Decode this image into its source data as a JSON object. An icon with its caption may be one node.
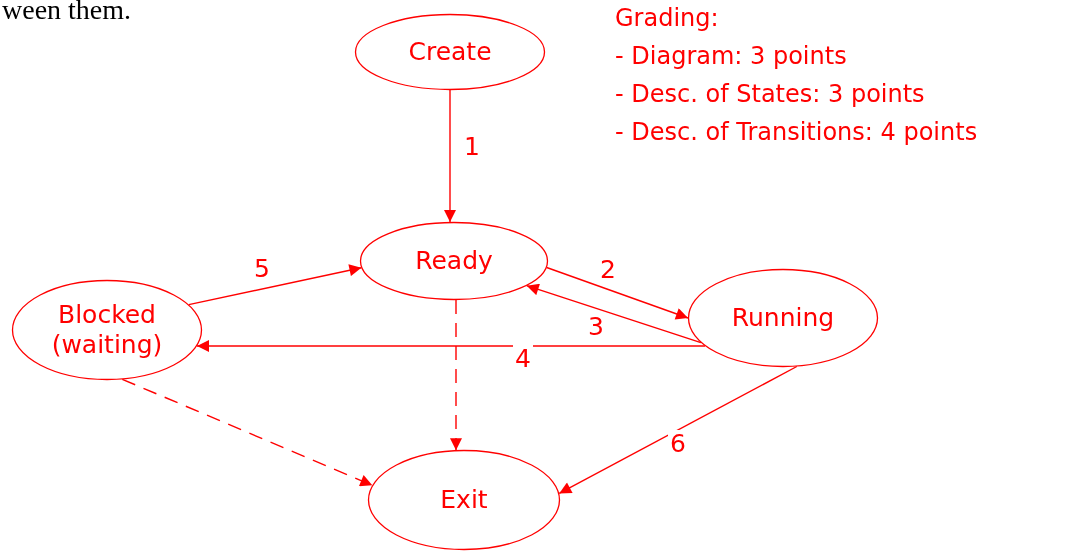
{
  "diagram": {
    "nodes": [
      {
        "text": [
          "Create"
        ]
      },
      {
        "text": [
          "Ready"
        ]
      },
      {
        "text": [
          "Blocked (waiting)"
        ]
      },
      {
        "text": [
          "Running"
        ]
      },
      {
        "text": [
          "Exit"
        ]
      }
    ],
    "edges": [
      {
        "from": 0,
        "to": 1,
        "arrow": "to",
        "label": "1"
      },
      {
        "from": 1,
        "to": 3,
        "arrow": "to",
        "label": "2"
      },
      {
        "from": 3,
        "to": 1,
        "arrow": "to",
        "label": "3"
      },
      {
        "from": 3,
        "to": 2,
        "arrow": "to",
        "label": "4"
      },
      {
        "from": 2,
        "to": 1,
        "arrow": "to",
        "label": "5"
      },
      {
        "from": 1,
        "to": 4,
        "arrow": "to",
        "style": "dashed"
      },
      {
        "from": 2,
        "to": 4,
        "arrow": "to",
        "style": "dashed"
      },
      {
        "from": 3,
        "to": 4,
        "arrow": "to",
        "label": "6"
      }
    ],
    "labels": [
      "ween them.",
      "Grading:",
      "- Diagram: 3 points",
      "- Desc. of States: 3 points",
      "- Desc. of Transitions: 4 points"
    ]
  }
}
